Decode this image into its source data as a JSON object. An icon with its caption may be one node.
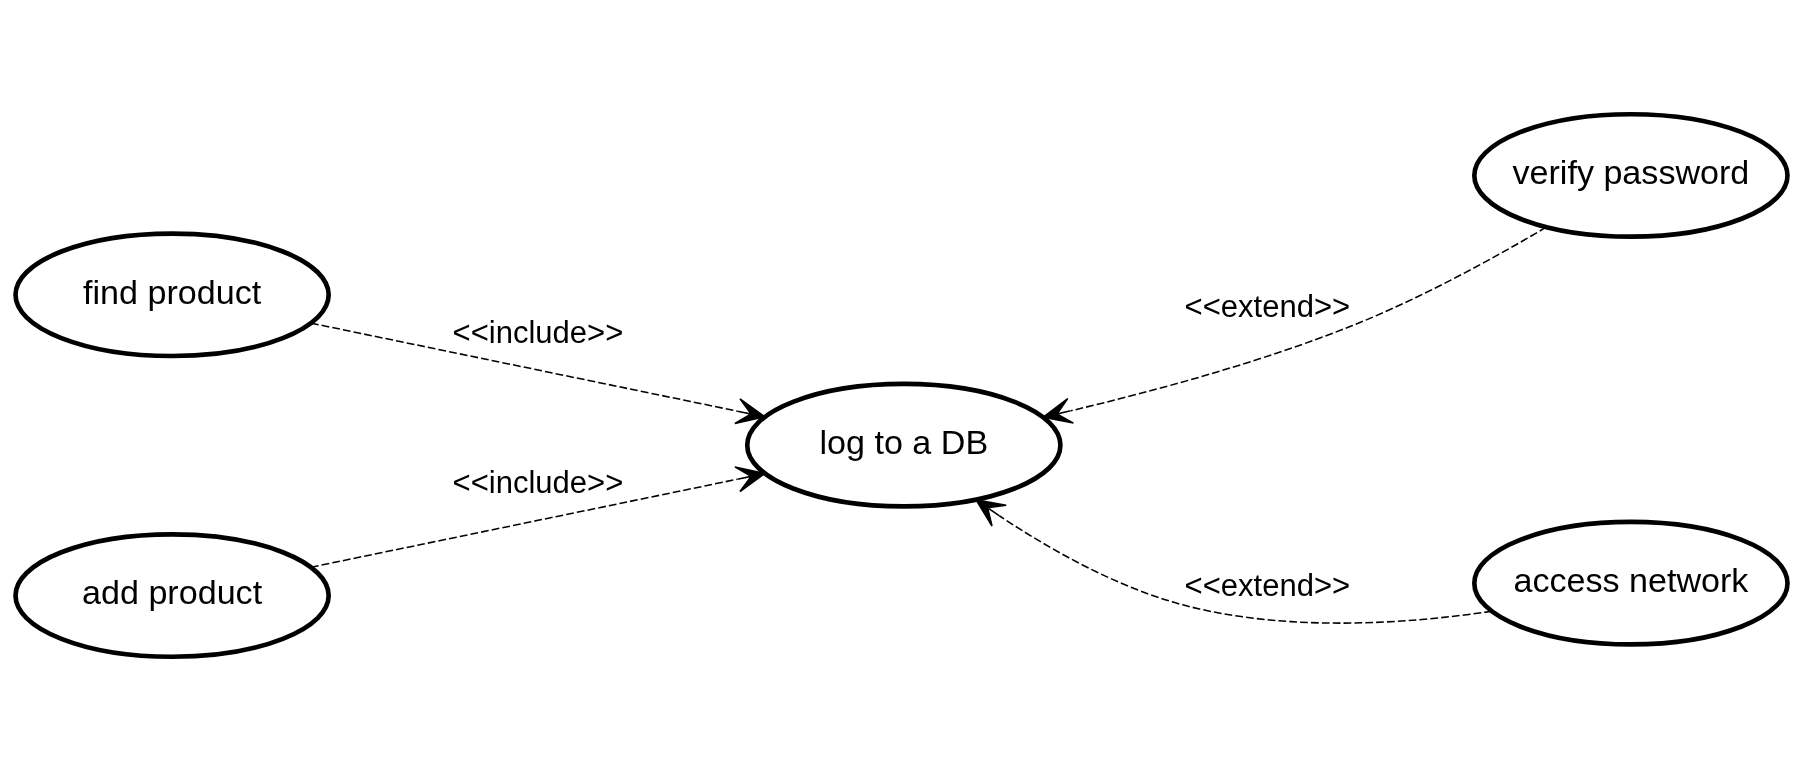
{
  "diagram": {
    "nodes": [
      {
        "text": [
          "find product"
        ]
      },
      {
        "text": [
          "verify password"
        ]
      },
      {
        "text": [
          "log to a DB"
        ]
      },
      {
        "text": [
          "add product"
        ]
      },
      {
        "text": [
          "access network"
        ]
      }
    ],
    "edges": [
      {
        "from": 0,
        "to": 2,
        "arrow": "to",
        "style": "dashed",
        "label": "<<include>>"
      },
      {
        "from": 1,
        "to": 2,
        "arrow": "to",
        "style": "dashed",
        "label": "<<extend>>"
      },
      {
        "from": 3,
        "to": 2,
        "arrow": "to",
        "style": "dashed",
        "label": "<<include>>"
      },
      {
        "from": 4,
        "to": 2,
        "arrow": "to",
        "style": "dashed",
        "label": "<<extend>>"
      }
    ]
  }
}
